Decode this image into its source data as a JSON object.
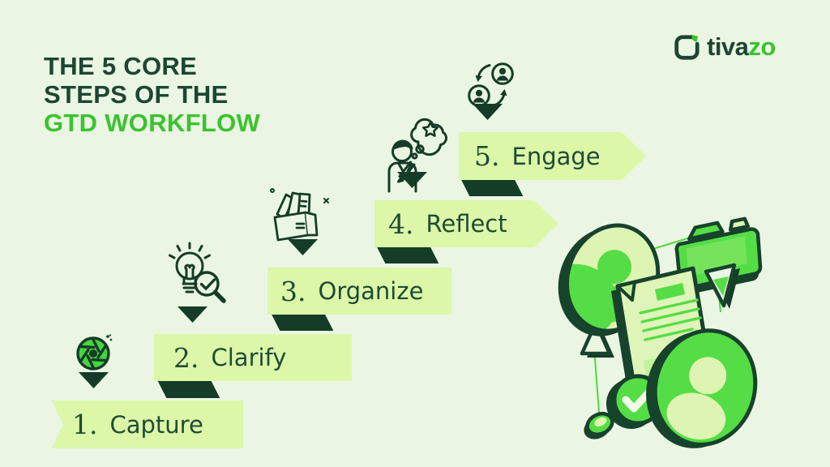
{
  "title": {
    "line1": "THE 5 CORE",
    "line2": "STEPS OF THE",
    "line3": "GTD WORKFLOW"
  },
  "logo": {
    "brand_prefix": "tiva",
    "brand_suffix": "zo",
    "icon": "copy-frame-logo-icon"
  },
  "steps": [
    {
      "number": "1.",
      "label": "Capture",
      "icon": "camera-aperture-icon"
    },
    {
      "number": "2.",
      "label": "Clarify",
      "icon": "lightbulb-magnifier-icon"
    },
    {
      "number": "3.",
      "label": "Organize",
      "icon": "file-organizer-icon"
    },
    {
      "number": "4.",
      "label": "Reflect",
      "icon": "thinking-person-icon"
    },
    {
      "number": "5.",
      "label": "Engage",
      "icon": "people-exchange-icon"
    }
  ],
  "illustration": "isometric-collaboration-documents",
  "colors": {
    "background": "#eaf6e3",
    "banner_fill": "#dcf7a8",
    "dark_green": "#153c27",
    "title_dark": "#1c4632",
    "accent_green": "#3cc22e",
    "step_text": "#1f4b36",
    "illustration_bright": "#55dd45",
    "illustration_pale": "#def4b2"
  }
}
